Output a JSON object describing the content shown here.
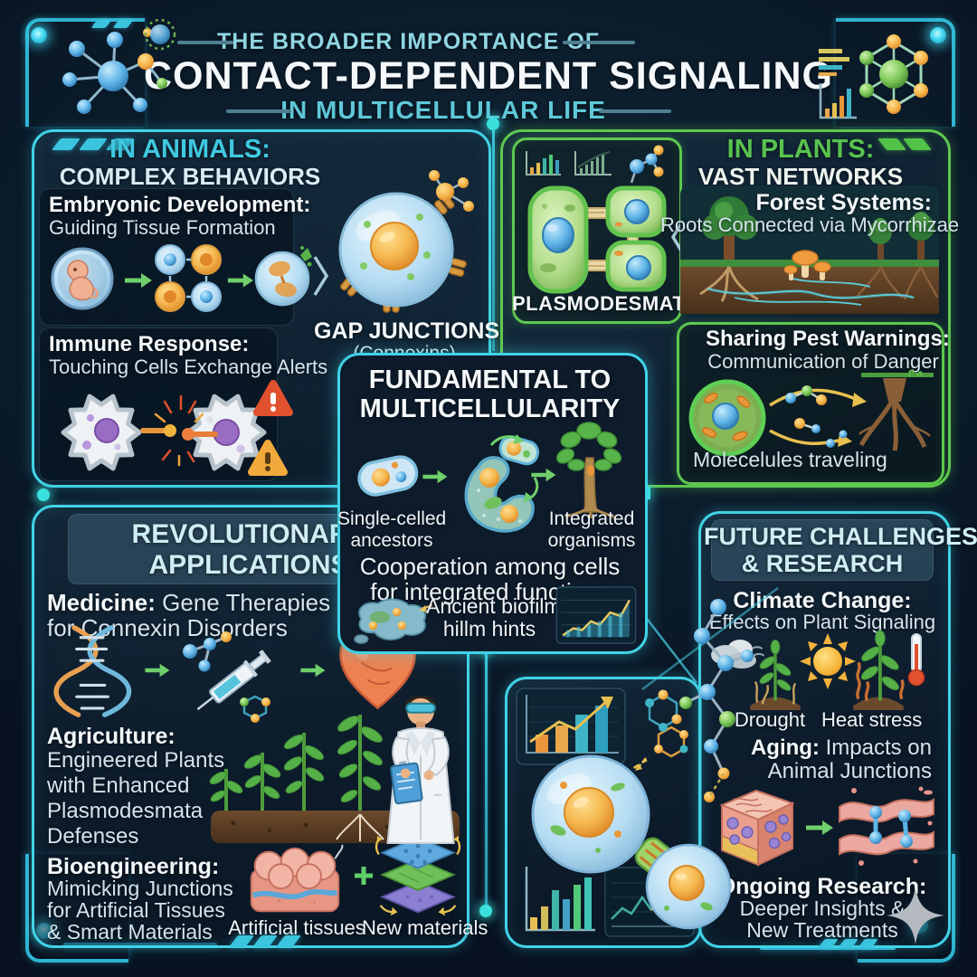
{
  "page": {
    "accent_cyan": "#41d2e6",
    "accent_green": "#5ec84f",
    "warning_red": "#e2512e",
    "warning_amber": "#f2a93b",
    "background": "#0b1b2a"
  },
  "header": {
    "kicker": "THE BROADER IMPORTANCE OF",
    "title": "CONTACT-DEPENDENT SIGNALING",
    "subtitle": "IN MULTICELLULAR LIFE"
  },
  "animals": {
    "title_line1": "IN ANIMALS:",
    "title_line2": "COMPLEX BEHAVIORS",
    "embryonic_heading": "Embryonic Development:",
    "embryonic_sub": "Guiding Tissue Formation",
    "gap_label": "GAP JUNCTIONS",
    "gap_sublabel": "(Connexins)",
    "immune_heading": "Immune Response:",
    "immune_sub": "Touching Cells Exchange Alerts"
  },
  "plants": {
    "title_line1": "IN PLANTS:",
    "title_line2": "VAST NETWORKS",
    "plasmodesmata_label": "PLASMODESMATA",
    "forest_heading": "Forest Systems:",
    "forest_sub": "Roots Connected via Mycorrhizae",
    "pest_heading": "Sharing Pest Warnings:",
    "pest_sub": "Communication of Danger",
    "traveling_label": "Molecelules traveling"
  },
  "fundamental": {
    "title_line1": "FUNDAMENTAL TO",
    "title_line2": "MULTICELLULARITY",
    "single_line1": "Single-celled",
    "single_line2": "ancestors",
    "integrated_line1": "Integrated",
    "integrated_line2": "organisms",
    "coop_line1": "Cooperation among cells",
    "coop_line2": "for integrated functions",
    "biofilm_line1": "Ancient biofilm",
    "biofilm_line2": "hillm hints"
  },
  "applications": {
    "title_line1": "REVOLUTIONARY",
    "title_line2": "APPLICATIONS",
    "medicine_bold": "Medicine:",
    "medicine_rest": " Gene Therapies",
    "medicine_line2": "for Connexin Disorders",
    "agriculture_bold": "Agriculture:",
    "agriculture_line1": "Engineered Plants",
    "agriculture_line2": "with Enhanced",
    "agriculture_line3": "Plasmodesmata",
    "agriculture_line4": "Defenses",
    "bio_bold": "Bioengineering:",
    "bio_line1": "Mimicking Junctions",
    "bio_line2": "for Artificial Tissues",
    "bio_line3": "& Smart Materials",
    "tissues_label": "Artificial tissues",
    "materials_label": "New materials"
  },
  "future": {
    "title_line1": "FUTURE CHALLENGES",
    "title_line2": "& RESEARCH",
    "climate_bold": "Climate Change:",
    "climate_sub": "Effects on Plant Signaling",
    "drought_label": "Drought",
    "heat_label": "Heat stress",
    "aging_bold": "Aging:",
    "aging_rest": " Impacts on",
    "aging_line2": "Animal Junctions",
    "research_bold": "Ongoing Research:",
    "research_line2": "Deeper Insights &",
    "research_line3": "New Treatments"
  },
  "icons": [
    "molecule-icon",
    "hex-network-icon",
    "bar-chart-icon",
    "embryo-icon",
    "cell-grid-icon",
    "dividing-cell-icon",
    "gap-junction-cell-icon",
    "immune-cells-icon",
    "warning-triangle-icon",
    "plasmodesmata-icon",
    "forest-icon",
    "pest-signal-icon",
    "single-cell-icon",
    "multicell-icon",
    "tree-icon",
    "biofilm-icon",
    "growth-chart-icon",
    "dna-icon",
    "syringe-icon",
    "heart-icon",
    "crops-icon",
    "scientist-icon",
    "tissue-block-icon",
    "material-layers-icon",
    "plus-icon",
    "cloud-icon",
    "sun-icon",
    "drought-plant-icon",
    "heat-plant-icon",
    "thermometer-icon",
    "tissue-cube-icon",
    "aged-junction-icon",
    "cells-junction-icon",
    "line-chart-icon",
    "sparkle-icon"
  ]
}
